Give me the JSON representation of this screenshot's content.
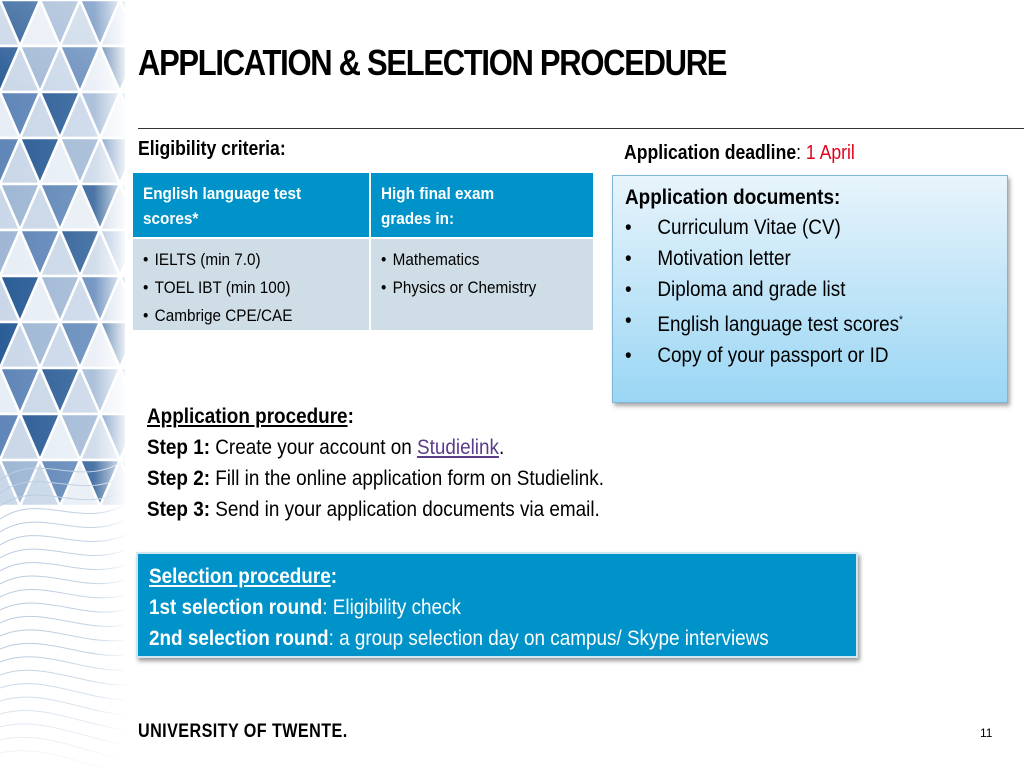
{
  "slide": {
    "title": "APPLICATION & SELECTION PROCEDURE",
    "page_number": "11",
    "footer_logo": "UNIVERSITY OF TWENTE."
  },
  "eligibility": {
    "label": "Eligibility criteria:",
    "headers": [
      "English language test scores*",
      "High final exam grades in:"
    ],
    "col1_items": [
      "IELTS (min 7.0)",
      "TOEL IBT (min 100)",
      "Cambrige CPE/CAE"
    ],
    "col2_items": [
      "Mathematics",
      "Physics or Chemistry"
    ]
  },
  "deadline": {
    "label": "Application deadline",
    "sep": ": ",
    "value": "1 April",
    "value_color": "#e3001b"
  },
  "documents": {
    "title": "Application documents:",
    "items": [
      "Curriculum Vitae (CV)",
      "Motivation letter",
      "Diploma and grade list",
      "English language test scores",
      "Copy of your passport or ID"
    ],
    "asterisk": "*"
  },
  "procedure": {
    "heading": "Application procedure",
    "colon": ":",
    "step1_label": "Step 1:",
    "step1_text": " Create your account on ",
    "step1_link": "Studielink",
    "step1_end": ".",
    "step2_label": "Step 2:",
    "step2_text": " Fill in the online application form on Studielink.",
    "step3_label": "Step 3:",
    "step3_text": " Send in your application documents via email."
  },
  "selection": {
    "heading": "Selection procedure",
    "colon": ":",
    "round1_label": "1st selection round",
    "round1_text": ": Eligibility check",
    "round2_label": "2nd selection round",
    "round2_text": ": a group selection day on campus/ Skype interviews"
  },
  "colors": {
    "accent": "#0093c9",
    "table_body": "#cfdde6",
    "link": "#5a3d8a"
  }
}
